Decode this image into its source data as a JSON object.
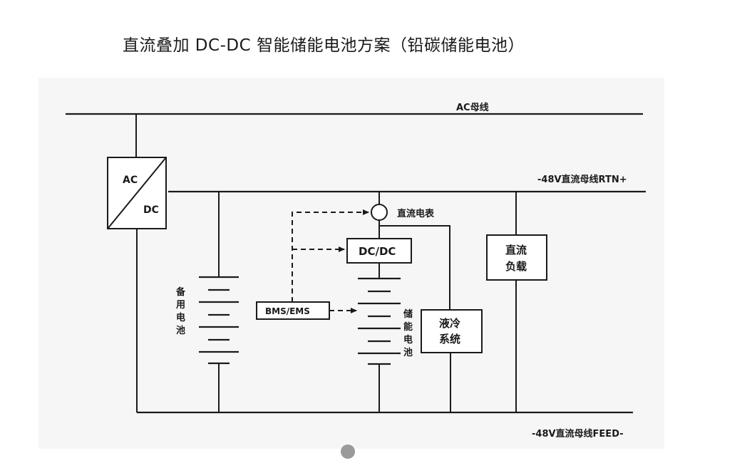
{
  "title": "直流叠加 DC-DC 智能储能电池方案（铅碳储能电池）",
  "labels": {
    "ac_bus": "AC母线",
    "rtn_bus": "-48V直流母线RTN+",
    "feed_bus": "-48V直流母线FEED-",
    "ac": "AC",
    "dc": "DC",
    "meter": "直流电表",
    "dcdc": "DC/DC",
    "bms": "BMS/EMS",
    "load_line1": "直流",
    "load_line2": "负载",
    "cool_line1": "液冷",
    "cool_line2": "系统",
    "backup_c1": "备",
    "backup_c2": "用",
    "backup_c3": "电",
    "backup_c4": "池",
    "storage_c1": "储",
    "storage_c2": "能",
    "storage_c3": "电",
    "storage_c4": "池"
  },
  "colors": {
    "ink": "#1a1a1a",
    "panel": "#f6f6f6",
    "box_fill": "#ffffff"
  }
}
